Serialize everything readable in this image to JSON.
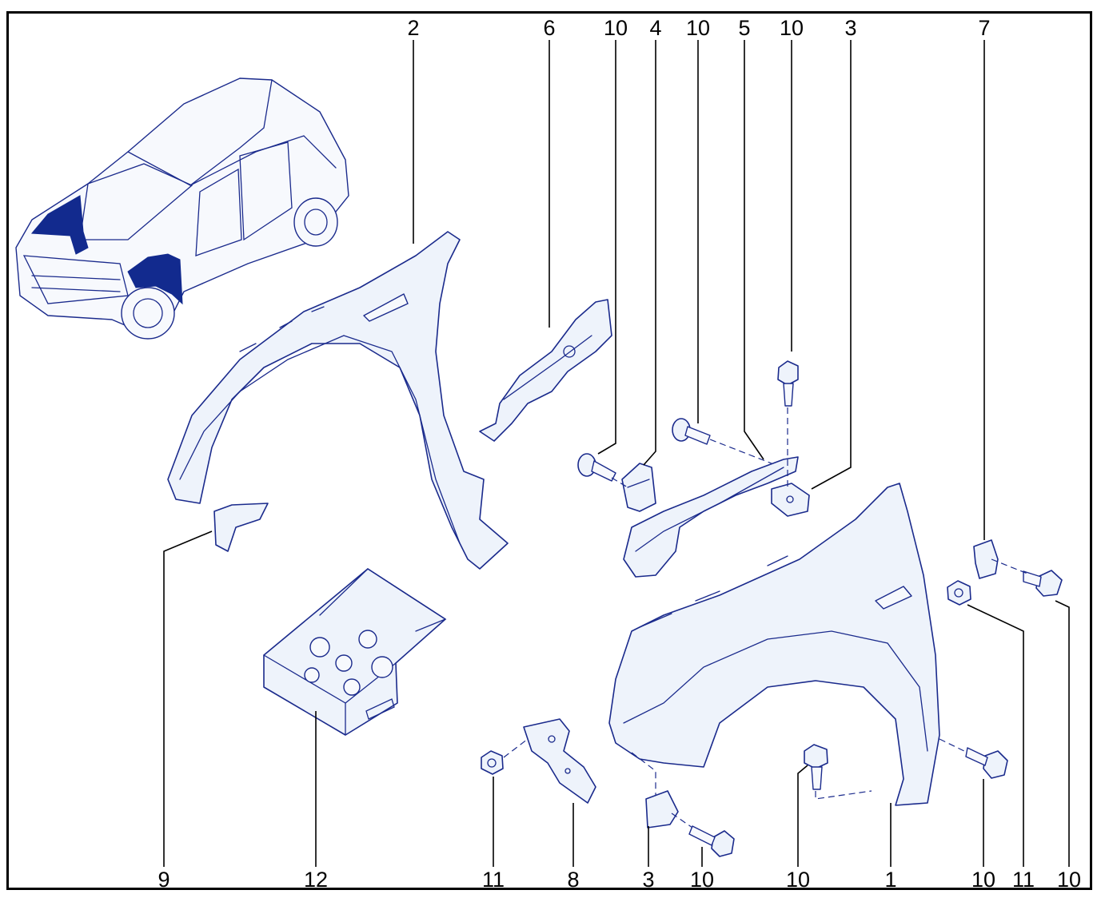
{
  "diagram": {
    "callouts": [
      {
        "id": "c-2-top",
        "text": "2"
      },
      {
        "id": "c-6-top",
        "text": "6"
      },
      {
        "id": "c-10a-top",
        "text": "10"
      },
      {
        "id": "c-4-top",
        "text": "4"
      },
      {
        "id": "c-10b-top",
        "text": "10"
      },
      {
        "id": "c-5-top",
        "text": "5"
      },
      {
        "id": "c-10c-top",
        "text": "10"
      },
      {
        "id": "c-3-top",
        "text": "3"
      },
      {
        "id": "c-7-top",
        "text": "7"
      },
      {
        "id": "c-9-bottom",
        "text": "9"
      },
      {
        "id": "c-12-bottom",
        "text": "12"
      },
      {
        "id": "c-11a-bottom",
        "text": "11"
      },
      {
        "id": "c-8-bottom",
        "text": "8"
      },
      {
        "id": "c-3-bottom",
        "text": "3"
      },
      {
        "id": "c-10d-bottom",
        "text": "10"
      },
      {
        "id": "c-10e-bottom",
        "text": "10"
      },
      {
        "id": "c-1-bottom",
        "text": "1"
      },
      {
        "id": "c-10f-bottom",
        "text": "10"
      },
      {
        "id": "c-11b-bottom",
        "text": "11"
      },
      {
        "id": "c-10g-bottom",
        "text": "10"
      }
    ],
    "colors": {
      "outline": "#1a2a8c",
      "highlight": "#122a8e",
      "fill": "#eef3fb",
      "leader": "#000000",
      "frame": "#000000"
    }
  }
}
